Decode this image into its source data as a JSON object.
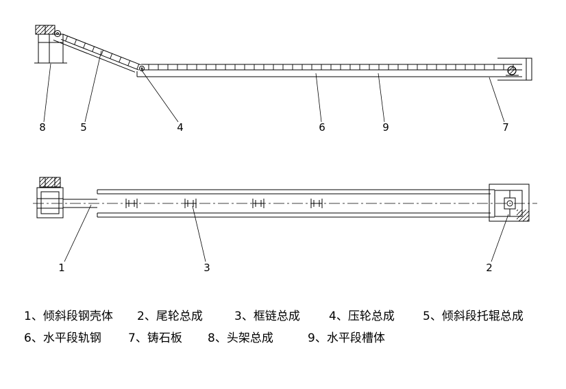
{
  "drawing": {
    "background": "#ffffff",
    "line_color": "#000000"
  },
  "views": {
    "side": {
      "callouts": [
        "8",
        "5",
        "4",
        "6",
        "9",
        "7"
      ]
    },
    "plan": {
      "callouts": [
        "1",
        "3",
        "2"
      ]
    }
  },
  "legend": {
    "row1": [
      "1、倾斜段钢壳体",
      "2、尾轮总成",
      "3、框链总成",
      "4、压轮总成",
      "5、倾斜段托辊总成"
    ],
    "row2": [
      "6、水平段轨钢",
      "7、铸石板",
      "8、头架总成",
      "9、水平段槽体"
    ]
  }
}
